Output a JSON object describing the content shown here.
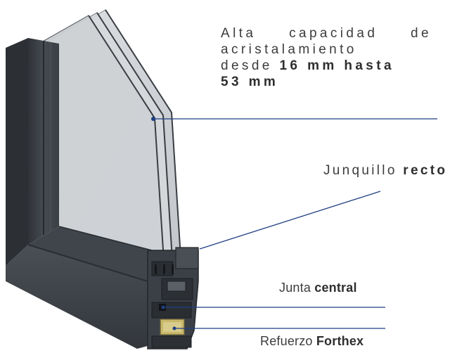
{
  "callouts": {
    "glazing": {
      "line1": "Alta capacidad de",
      "line2": "acristalamiento",
      "line3_prefix": "desde ",
      "line3_bold": "16 mm hasta",
      "line4_bold": "53 mm"
    },
    "bead": {
      "text": "Junquillo ",
      "bold": "recto"
    },
    "gasket": {
      "text": "Junta ",
      "bold": "central"
    },
    "reinforcement": {
      "text": "Refuerzo ",
      "bold": "Forthex"
    }
  },
  "colors": {
    "frame": "#3d4248",
    "frame_dark": "#2b2f34",
    "glass": "#c9ccd0",
    "leader_line": "#1f3f82",
    "reinforcement_core": "#c9b86a"
  }
}
